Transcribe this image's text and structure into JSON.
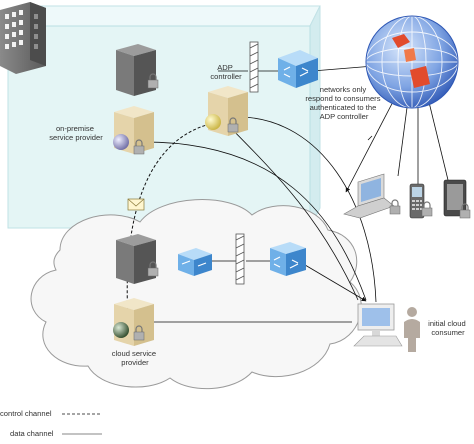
{
  "labels": {
    "adp_controller": [
      "ADP",
      "controller"
    ],
    "networks_note": [
      "networks only",
      "respond to consumers",
      "authenticated to the",
      "ADP controller"
    ],
    "on_premise_provider": [
      "on-premise",
      "service provider"
    ],
    "cloud_provider": [
      "cloud service",
      "provider"
    ],
    "initial_consumer": [
      "initial cloud",
      "consumer"
    ]
  },
  "legend": {
    "control_channel": "control channel",
    "data_channel": "data channel"
  },
  "colors": {
    "premise_fill": "#dff3f4",
    "premise_edge": "#b9dfe3",
    "cloud_fill": "#f7f7f7",
    "cloud_edge": "#9a9a9a",
    "server_body": "#6d6d6d",
    "lock_body": "#b0b0b0",
    "switch_blue": "#5aa5e0",
    "parchment": "#e9d9b4",
    "globe_blue": "#3a66c4",
    "accent_red": "#e24b2c"
  },
  "icons": [
    "building-icon",
    "server-icon",
    "lock-icon",
    "firewall-icon",
    "network-switch-icon",
    "globe-icon",
    "laptop-icon",
    "phone-icon",
    "tablet-icon",
    "envelope-icon",
    "person-icon",
    "desktop-computer-icon"
  ]
}
